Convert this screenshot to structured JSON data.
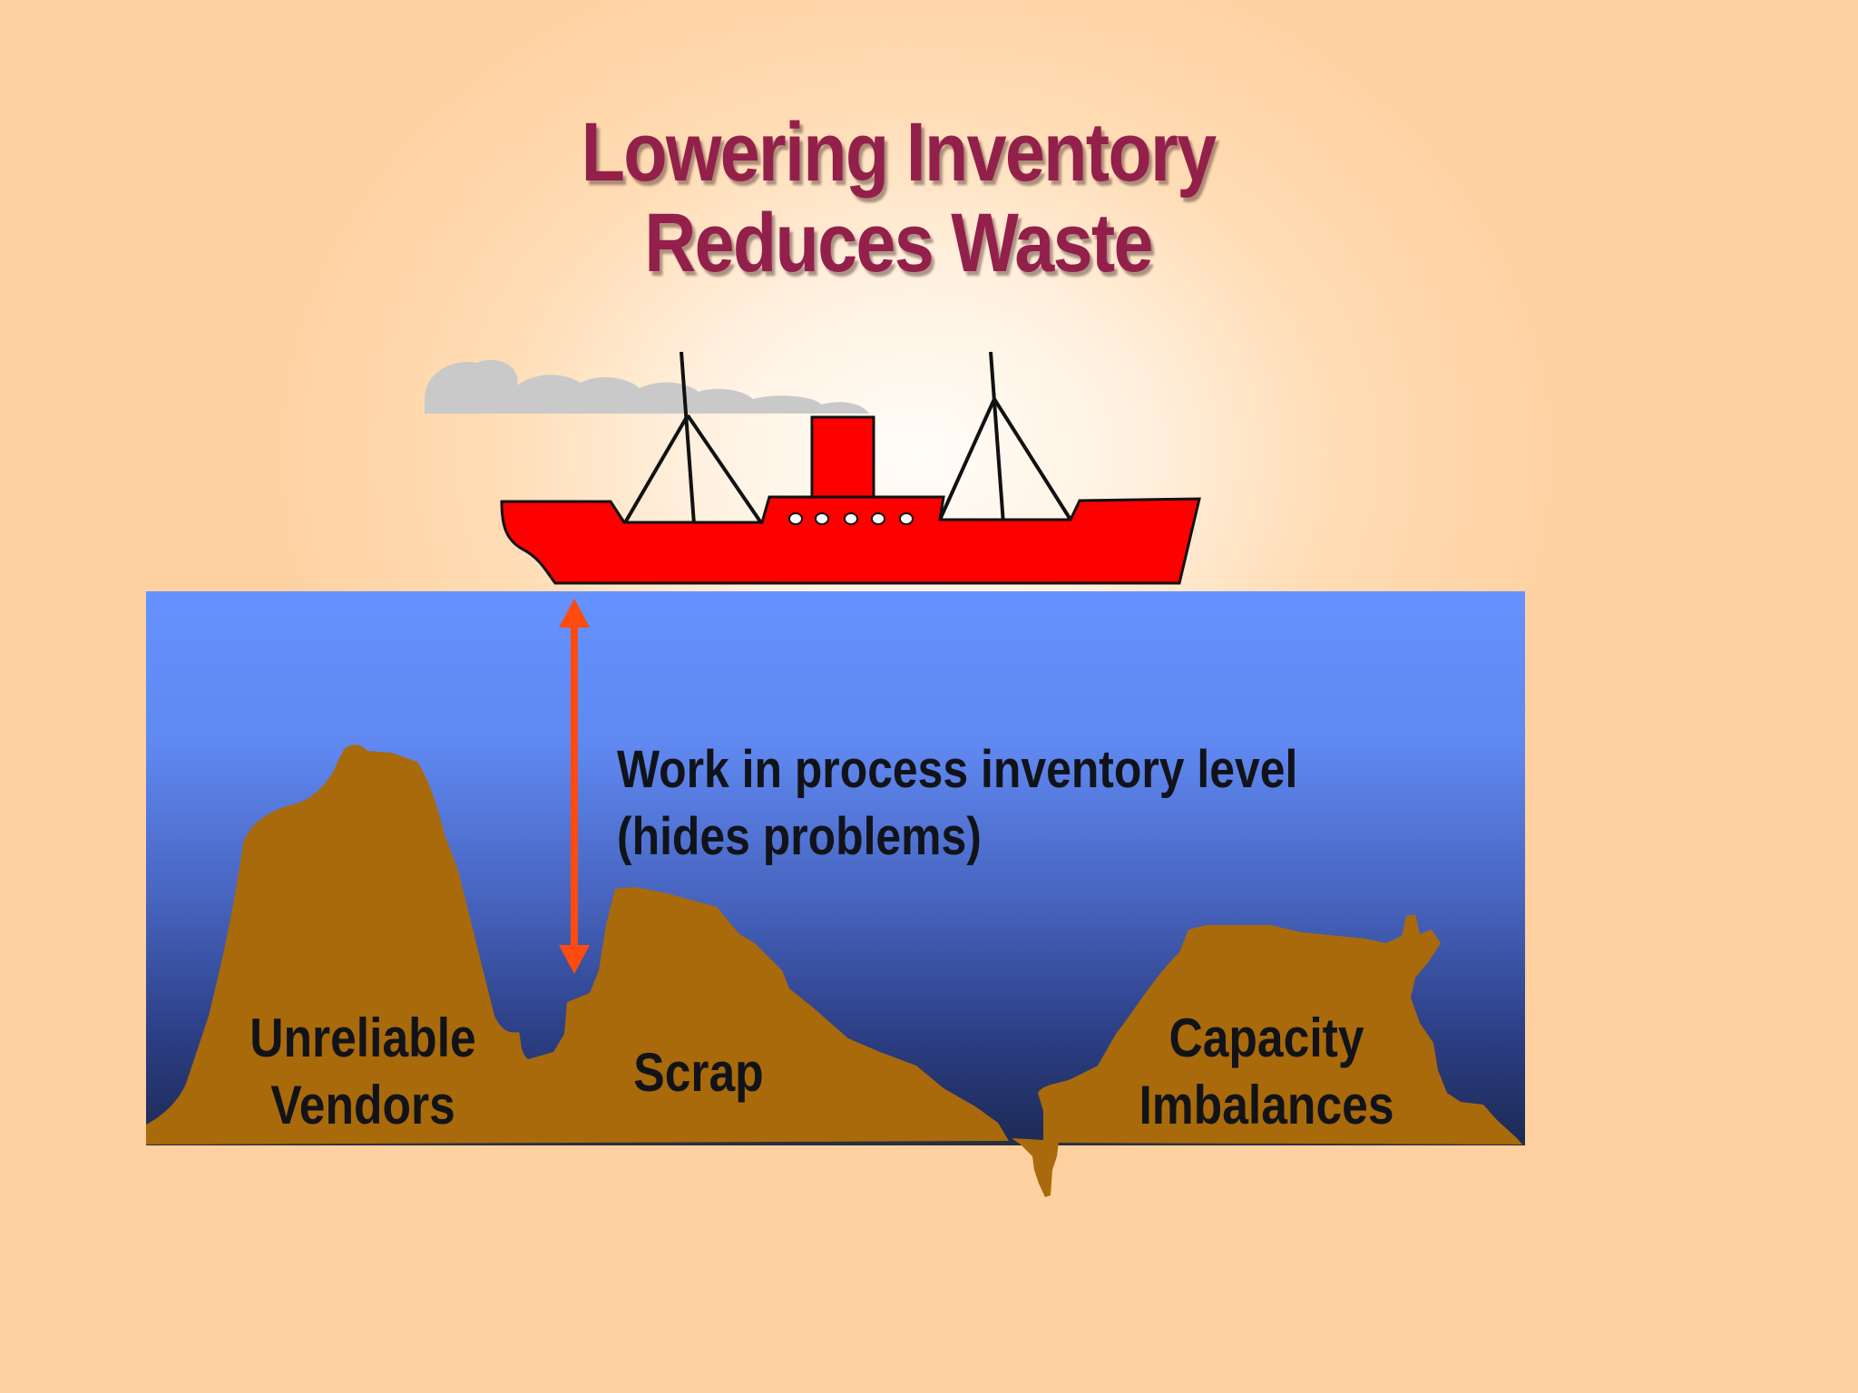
{
  "title": {
    "line1": "Lowering Inventory",
    "line2": "Reduces Waste"
  },
  "inventory_label": {
    "line1": "Work in process inventory level",
    "line2": "(hides problems)"
  },
  "rocks": {
    "vendors": {
      "line1": "Unreliable",
      "line2": "Vendors"
    },
    "scrap": {
      "line1": "Scrap"
    },
    "capacity": {
      "line1": "Capacity",
      "line2": "Imbalances"
    }
  },
  "colors": {
    "title": "#93204a",
    "ship": "#ff0000",
    "water_top": "#6090ff",
    "water_bottom": "#1e2a55",
    "rock": "#a96a0a",
    "arrow": "#ff4a10",
    "smoke": "#c8c8c8"
  },
  "icons": {
    "ship": "steamship-icon",
    "smoke": "smoke-cloud-icon",
    "arrow": "double-headed-arrow-icon"
  }
}
